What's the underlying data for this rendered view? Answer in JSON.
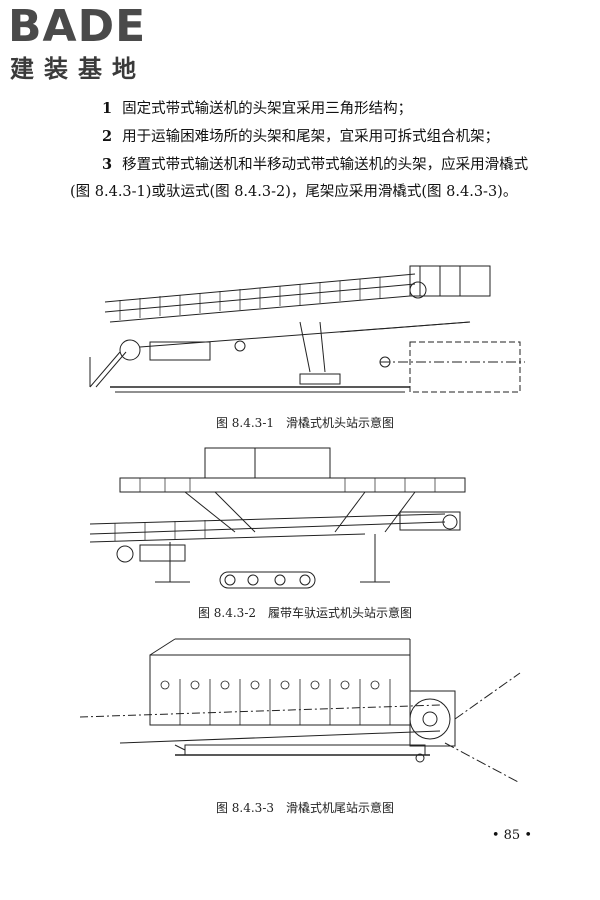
{
  "logo": {
    "word": "BADE",
    "subtitle": "建装基地"
  },
  "paragraphs": [
    {
      "num": "1",
      "text": "固定式带式输送机的头架宜采用三角形结构；"
    },
    {
      "num": "2",
      "text": "用于运输困难场所的头架和尾架，宜采用可拆式组合机架；"
    },
    {
      "num": "3",
      "text": "移置式带式输送机和半移动式带式输送机的头架，应采用滑橇式(图 8.4.3-1)或驮运式(图 8.4.3-2)，尾架应采用滑橇式(图 8.4.3-3)。"
    }
  ],
  "figures": [
    {
      "caption": "图 8.4.3-1　滑橇式机头站示意图"
    },
    {
      "caption": "图 8.4.3-2　履带车驮运式机头站示意图"
    },
    {
      "caption": "图 8.4.3-3　滑橇式机尾站示意图"
    }
  ],
  "page_number": "• 85 •"
}
